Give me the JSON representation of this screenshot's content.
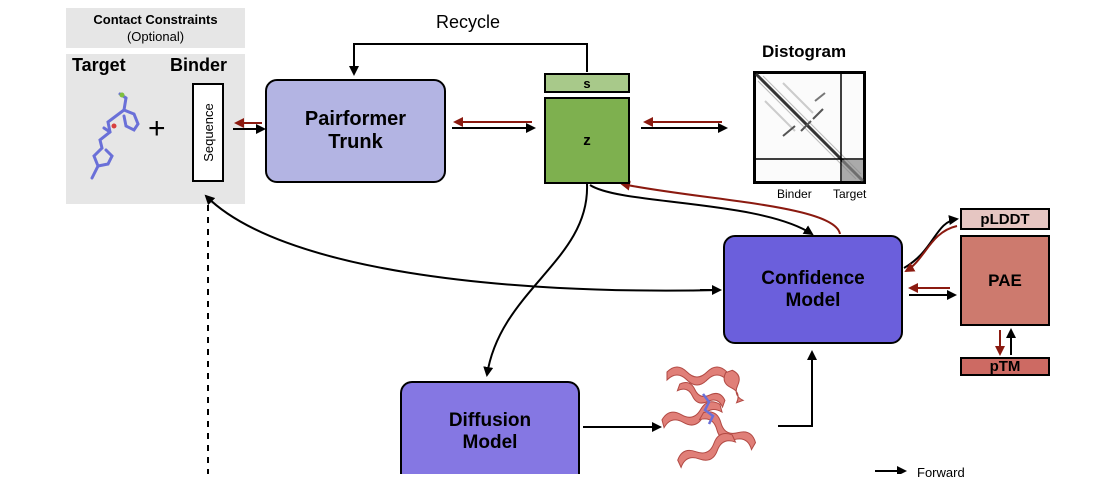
{
  "inputs": {
    "contact_title": "Contact Constraints",
    "contact_optional": "(Optional)",
    "target_label": "Target",
    "binder_label": "Binder",
    "plus": "+",
    "sequence_label": "Sequence"
  },
  "recycle_label": "Recycle",
  "pairformer": {
    "line1": "Pairformer",
    "line2": "Trunk"
  },
  "s_label": "s",
  "z_label": "z",
  "distogram": {
    "title": "Distogram",
    "binder_label": "Binder",
    "target_label": "Target"
  },
  "confidence": {
    "line1": "Confidence",
    "line2": "Model"
  },
  "diffusion": {
    "line1": "Diffusion",
    "line2": "Model"
  },
  "outputs": {
    "plddt": "pLDDT",
    "pae": "PAE",
    "ptm": "pTM"
  },
  "legend": {
    "forward": "Forward"
  },
  "colors": {
    "pairformer_fill": "#b3b4e3",
    "confidence_fill": "#6b5fdc",
    "diffusion_fill": "#8577e3",
    "z_fill": "#7eb04f",
    "s_fill": "#a8c98a",
    "plddt_fill": "#e6c6c2",
    "pae_fill": "#cd7a6e",
    "ptm_fill": "#cd6a63",
    "input_panel": "#e6e6e6",
    "backward_arrow": "#8b1a10"
  }
}
